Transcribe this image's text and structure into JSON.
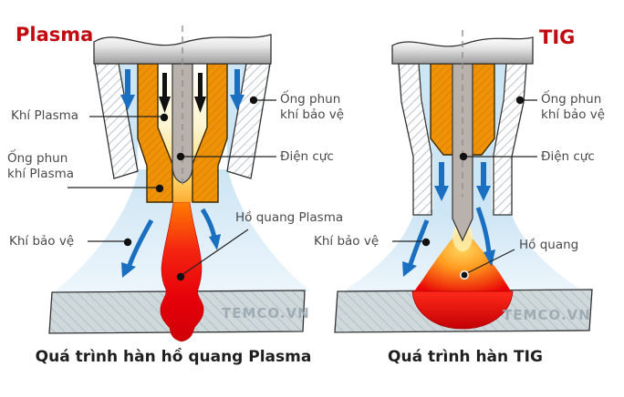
{
  "diagram": {
    "plasma": {
      "title": "Plasma",
      "labels": {
        "khi_plasma": "Khí Plasma",
        "ong_phun_khi_plasma": "Ống phun khí Plasma",
        "ong_phun_khi_bao_ve": "Ống phun khí bảo vệ",
        "dien_cuc": "Điện cực",
        "khi_bao_ve": "Khí bảo vệ",
        "ho_quang_plasma": "Hồ quang Plasma"
      },
      "caption": "Quá trình hàn hồ quang Plasma"
    },
    "tig": {
      "title": "TIG",
      "labels": {
        "ong_phun_khi_bao_ve": "Ống phun khí bảo vệ",
        "dien_cuc": "Điện cực",
        "khi_bao_ve": "Khí bảo vệ",
        "ho_quang": "Hồ quang"
      },
      "caption": "Quá trình hàn TIG"
    },
    "watermark": "TEMCO.VN",
    "colors": {
      "title_red": "#c00c10",
      "label_text": "#4a4a4a",
      "caption_text": "#1f1f1f",
      "arrow_blue": "#1b6fc0",
      "arrow_black": "#111111",
      "nozzle_orange": "#ef9207",
      "shield_gas_blue": "#cde6f5",
      "arc_red": "#e60008",
      "electrode_gray": "#b9b1ac",
      "plate_gray": "#cfd8db",
      "watermark_gray": "#9aa8b0"
    }
  }
}
